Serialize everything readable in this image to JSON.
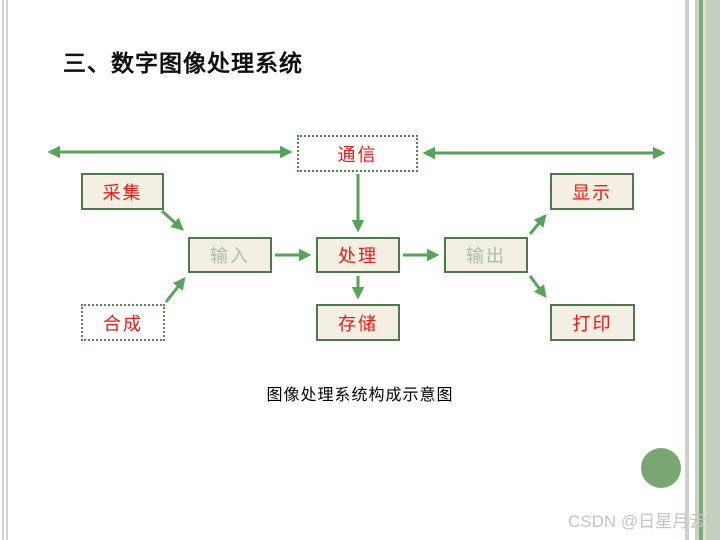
{
  "slide": {
    "title": "三、数字图像处理系统",
    "caption": "图像处理系统构成示意图"
  },
  "diagram": {
    "nodes": {
      "caiji": {
        "label": "采集",
        "border": "solid",
        "text_color": "red"
      },
      "tongxin": {
        "label": "通信",
        "border": "dotted",
        "text_color": "red"
      },
      "xianshi": {
        "label": "显示",
        "border": "solid",
        "text_color": "red"
      },
      "shuru": {
        "label": "输入",
        "border": "solid",
        "text_color": "muted-green"
      },
      "chuli": {
        "label": "处理",
        "border": "solid",
        "text_color": "red"
      },
      "shuchu": {
        "label": "输出",
        "border": "solid",
        "text_color": "muted-green"
      },
      "hecheng": {
        "label": "合成",
        "border": "dotted",
        "text_color": "red"
      },
      "cunchu": {
        "label": "存储",
        "border": "solid",
        "text_color": "red"
      },
      "dayin": {
        "label": "打印",
        "border": "solid",
        "text_color": "red"
      }
    },
    "edges": [
      "left-frame <-> tongxin (double arrow)",
      "tongxin <-> right-frame (double arrow)",
      "tongxin -> chuli",
      "caiji -> shuru",
      "hecheng -> shuru",
      "shuru -> chuli",
      "chuli -> shuchu",
      "chuli -> cunchu",
      "shuchu -> xianshi",
      "shuchu -> dayin"
    ]
  },
  "colors": {
    "arrow_green": "#57a357",
    "box_border_green": "#4c7a48",
    "box_fill_cream": "#f3efe2",
    "label_red": "#fa150f",
    "label_muted_green": "#a5c0a5",
    "circle_green": "#7aa674",
    "stripe_light_green": "#c7d4c3",
    "stripe_dark_green": "#7fa779",
    "watermark_gray": "#c3c3c3"
  },
  "watermark": {
    "text": "CSDN @日星月云"
  }
}
